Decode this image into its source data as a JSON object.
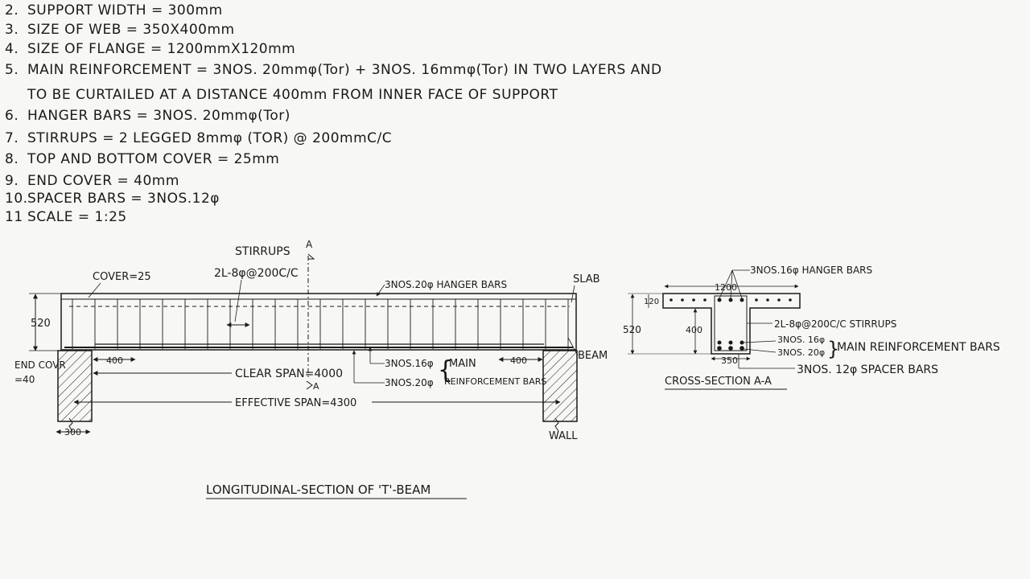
{
  "notes": [
    {
      "num": "2.",
      "text": "SUPPORT WIDTH = 300mm"
    },
    {
      "num": "3.",
      "text": "SIZE OF WEB = 350X400mm"
    },
    {
      "num": "4.",
      "text": "SIZE OF FLANGE = 1200mmX120mm"
    },
    {
      "num": "5.",
      "text": "MAIN REINFORCEMENT = 3NOS. 20mmφ(Tor) + 3NOS. 16mmφ(Tor) IN TWO LAYERS AND"
    },
    {
      "num": "",
      "text": "TO BE CURTAILED AT A DISTANCE 400mm FROM INNER FACE OF SUPPORT"
    },
    {
      "num": "6.",
      "text": "HANGER BARS = 3NOS. 20mmφ(Tor)"
    },
    {
      "num": "7.",
      "text": "STIRRUPS = 2 LEGGED 8mmφ (TOR) @ 200mmC/C"
    },
    {
      "num": "8.",
      "text": "TOP AND BOTTOM COVER = 25mm"
    },
    {
      "num": "9.",
      "text": "END COVER = 40mm"
    },
    {
      "num": "10.",
      "text": "SPACER BARS = 3NOS.12φ"
    },
    {
      "num": "11",
      "text": "SCALE = 1:25"
    }
  ],
  "longitudinal": {
    "title": "LONGITUDINAL-SECTION OF 'T'-BEAM",
    "stirrups_label": "STIRRUPS",
    "stirrups_spec": "2L-8φ@200C/C",
    "section_mark": "A",
    "section_mark_bottom": "A",
    "cover_label": "COVER=25",
    "hanger_label": "3NOS.20φ HANGER BARS",
    "slab_label": "SLAB",
    "beam_label": "BEAM",
    "wall_label": "WALL",
    "depth_label": "520",
    "end_cover_label": "END COVR",
    "end_cover_value": "=40",
    "curtail_left": "400",
    "curtail_right": "400",
    "main_16": "3NOS.16φ",
    "main_20": "3NOS.20φ",
    "main_label": "MAIN",
    "reinf_label": "REINFORCEMENT BARS",
    "clear_span": "CLEAR SPAN=4000",
    "effective_span": "EFFECTIVE SPAN=4300",
    "support_width": "300"
  },
  "cross_section": {
    "title": "CROSS-SECTION A-A",
    "hanger_label": "3NOS.16φ HANGER BARS",
    "flange_width": "1200",
    "flange_depth": "120",
    "total_depth": "520",
    "web_depth": "400",
    "web_width": "350",
    "stirrups_label": "2L-8φ@200C/C STIRRUPS",
    "main_16": "3NOS. 16φ",
    "main_20": "3NOS. 20φ",
    "main_label": "MAIN REINFORCEMENT BARS",
    "spacer_label": "3NOS. 12φ SPACER BARS"
  }
}
